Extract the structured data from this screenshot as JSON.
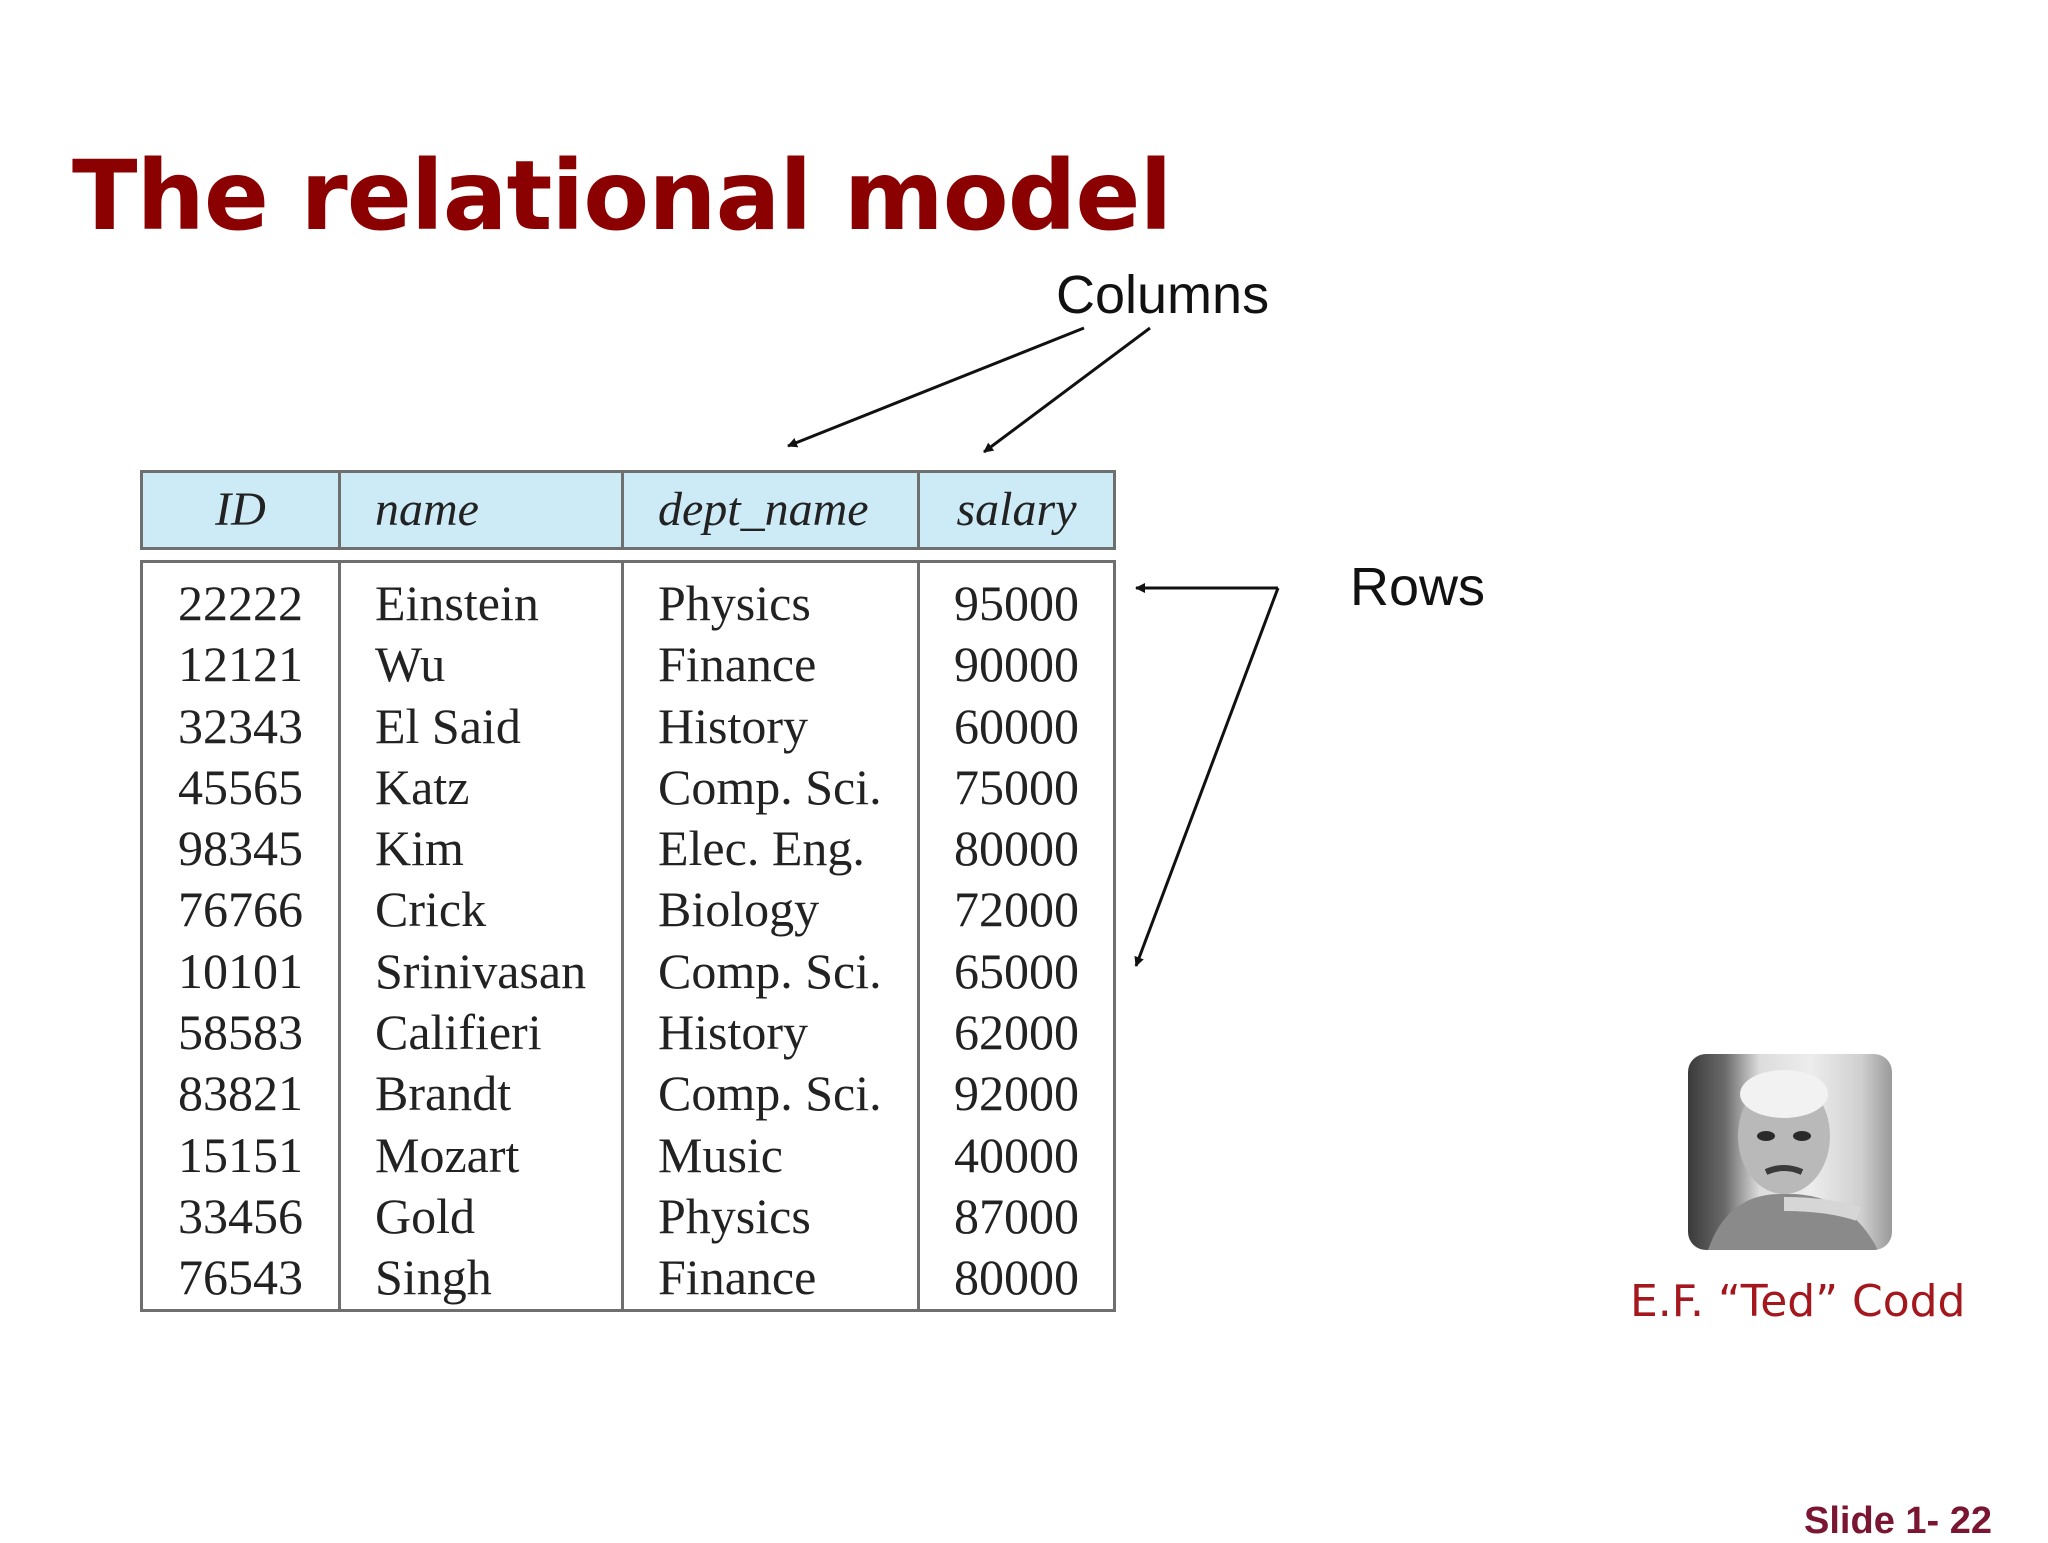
{
  "slide": {
    "title": "The relational model",
    "columns_label": "Columns",
    "rows_label": "Rows",
    "photo_caption": "E.F. “Ted” Codd",
    "slide_number": "Slide 1- 22"
  },
  "table": {
    "headers": [
      "ID",
      "name",
      "dept_name",
      "salary"
    ],
    "rows": [
      [
        "22222",
        "Einstein",
        "Physics",
        "95000"
      ],
      [
        "12121",
        "Wu",
        "Finance",
        "90000"
      ],
      [
        "32343",
        "El Said",
        "History",
        "60000"
      ],
      [
        "45565",
        "Katz",
        "Comp. Sci.",
        "75000"
      ],
      [
        "98345",
        "Kim",
        "Elec. Eng.",
        "80000"
      ],
      [
        "76766",
        "Crick",
        "Biology",
        "72000"
      ],
      [
        "10101",
        "Srinivasan",
        "Comp. Sci.",
        "65000"
      ],
      [
        "58583",
        "Califieri",
        "History",
        "62000"
      ],
      [
        "83821",
        "Brandt",
        "Comp. Sci.",
        "92000"
      ],
      [
        "15151",
        "Mozart",
        "Music",
        "40000"
      ],
      [
        "33456",
        "Gold",
        "Physics",
        "87000"
      ],
      [
        "76543",
        "Singh",
        "Finance",
        "80000"
      ]
    ]
  },
  "colors": {
    "title": "#8b0000",
    "header_fill": "#cdebf7",
    "caption": "#a3171d",
    "slide_number": "#7a1632"
  }
}
